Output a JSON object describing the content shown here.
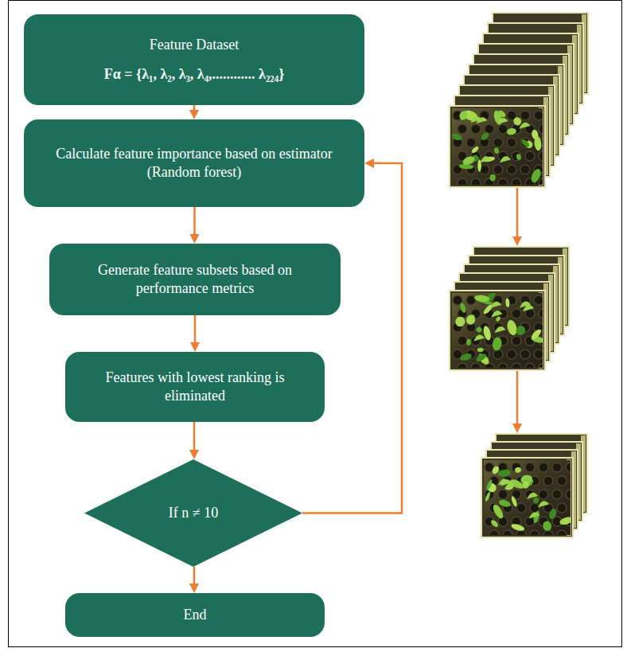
{
  "diagram": {
    "nodes": [
      {
        "text": [
          "Feature Dataset",
          "Fα = {λ₁, λ₂, λ₃, λ₄,............ λ₂₂₄}"
        ]
      },
      {
        "text": [
          "Calculate feature importance based on estimator (Random forest)"
        ]
      },
      {
        "text": [
          "Generate feature subsets based on performance metrics"
        ]
      },
      {
        "text": [
          "Features with lowest ranking is eliminated"
        ]
      },
      {
        "text": [
          "If n ≠ 10"
        ]
      },
      {
        "text": [
          "End"
        ]
      }
    ],
    "edges": [
      {
        "from": 0,
        "to": 1,
        "arrow": "to"
      },
      {
        "from": 1,
        "to": 2,
        "arrow": "to"
      },
      {
        "from": 2,
        "to": 3,
        "arrow": "to"
      },
      {
        "from": 3,
        "to": 4,
        "arrow": "to"
      },
      {
        "from": 4,
        "to": 5,
        "arrow": "to"
      },
      {
        "from": 4,
        "to": 1,
        "arrow": "to"
      }
    ]
  }
}
